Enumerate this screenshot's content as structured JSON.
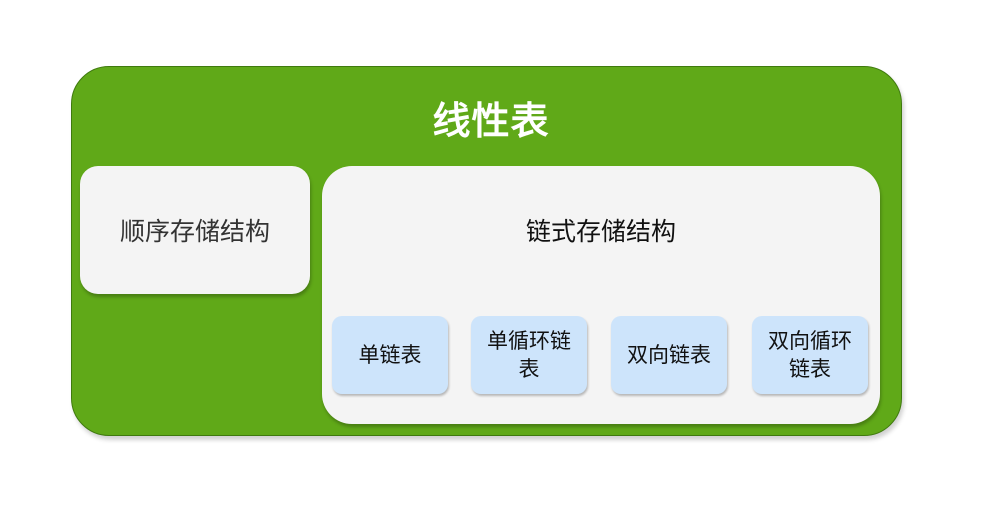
{
  "diagram": {
    "title": "线性表",
    "sequential": {
      "label": "顺序存储结构"
    },
    "linked": {
      "label": "链式存储结构",
      "items": [
        {
          "label": "单链表"
        },
        {
          "label": "单循环链表"
        },
        {
          "label": "双向链表"
        },
        {
          "label": "双向循环链表"
        }
      ]
    },
    "colors": {
      "outer_fill": "#60a918",
      "panel_fill": "#f4f4f4",
      "item_fill": "#cde4fb",
      "title_text": "#ffffff"
    }
  }
}
